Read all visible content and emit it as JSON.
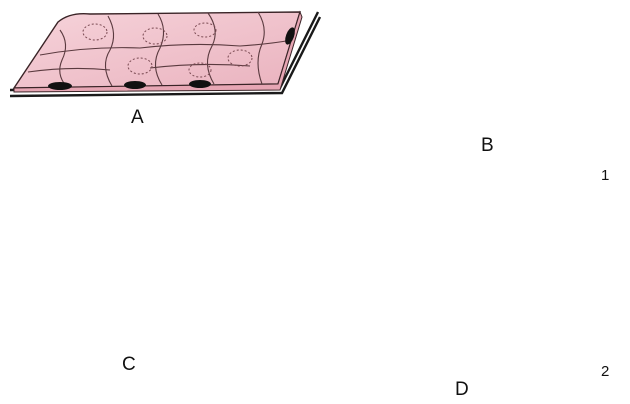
{
  "figure": {
    "panels": [
      {
        "id": "A",
        "label": "A"
      },
      {
        "id": "B",
        "label": "B"
      },
      {
        "id": "C",
        "label": "C"
      },
      {
        "id": "D",
        "label": "D"
      }
    ],
    "callouts": [
      {
        "id": "1",
        "label": "1"
      },
      {
        "id": "2",
        "label": "2"
      }
    ],
    "colors": {
      "cell_fill": "#f2c6cf",
      "cell_shade": "#e6a9b6",
      "outline": "#2a1a1c",
      "nucleus": "#111111",
      "goblet": "#ffffff",
      "background": "#ffffff"
    }
  }
}
